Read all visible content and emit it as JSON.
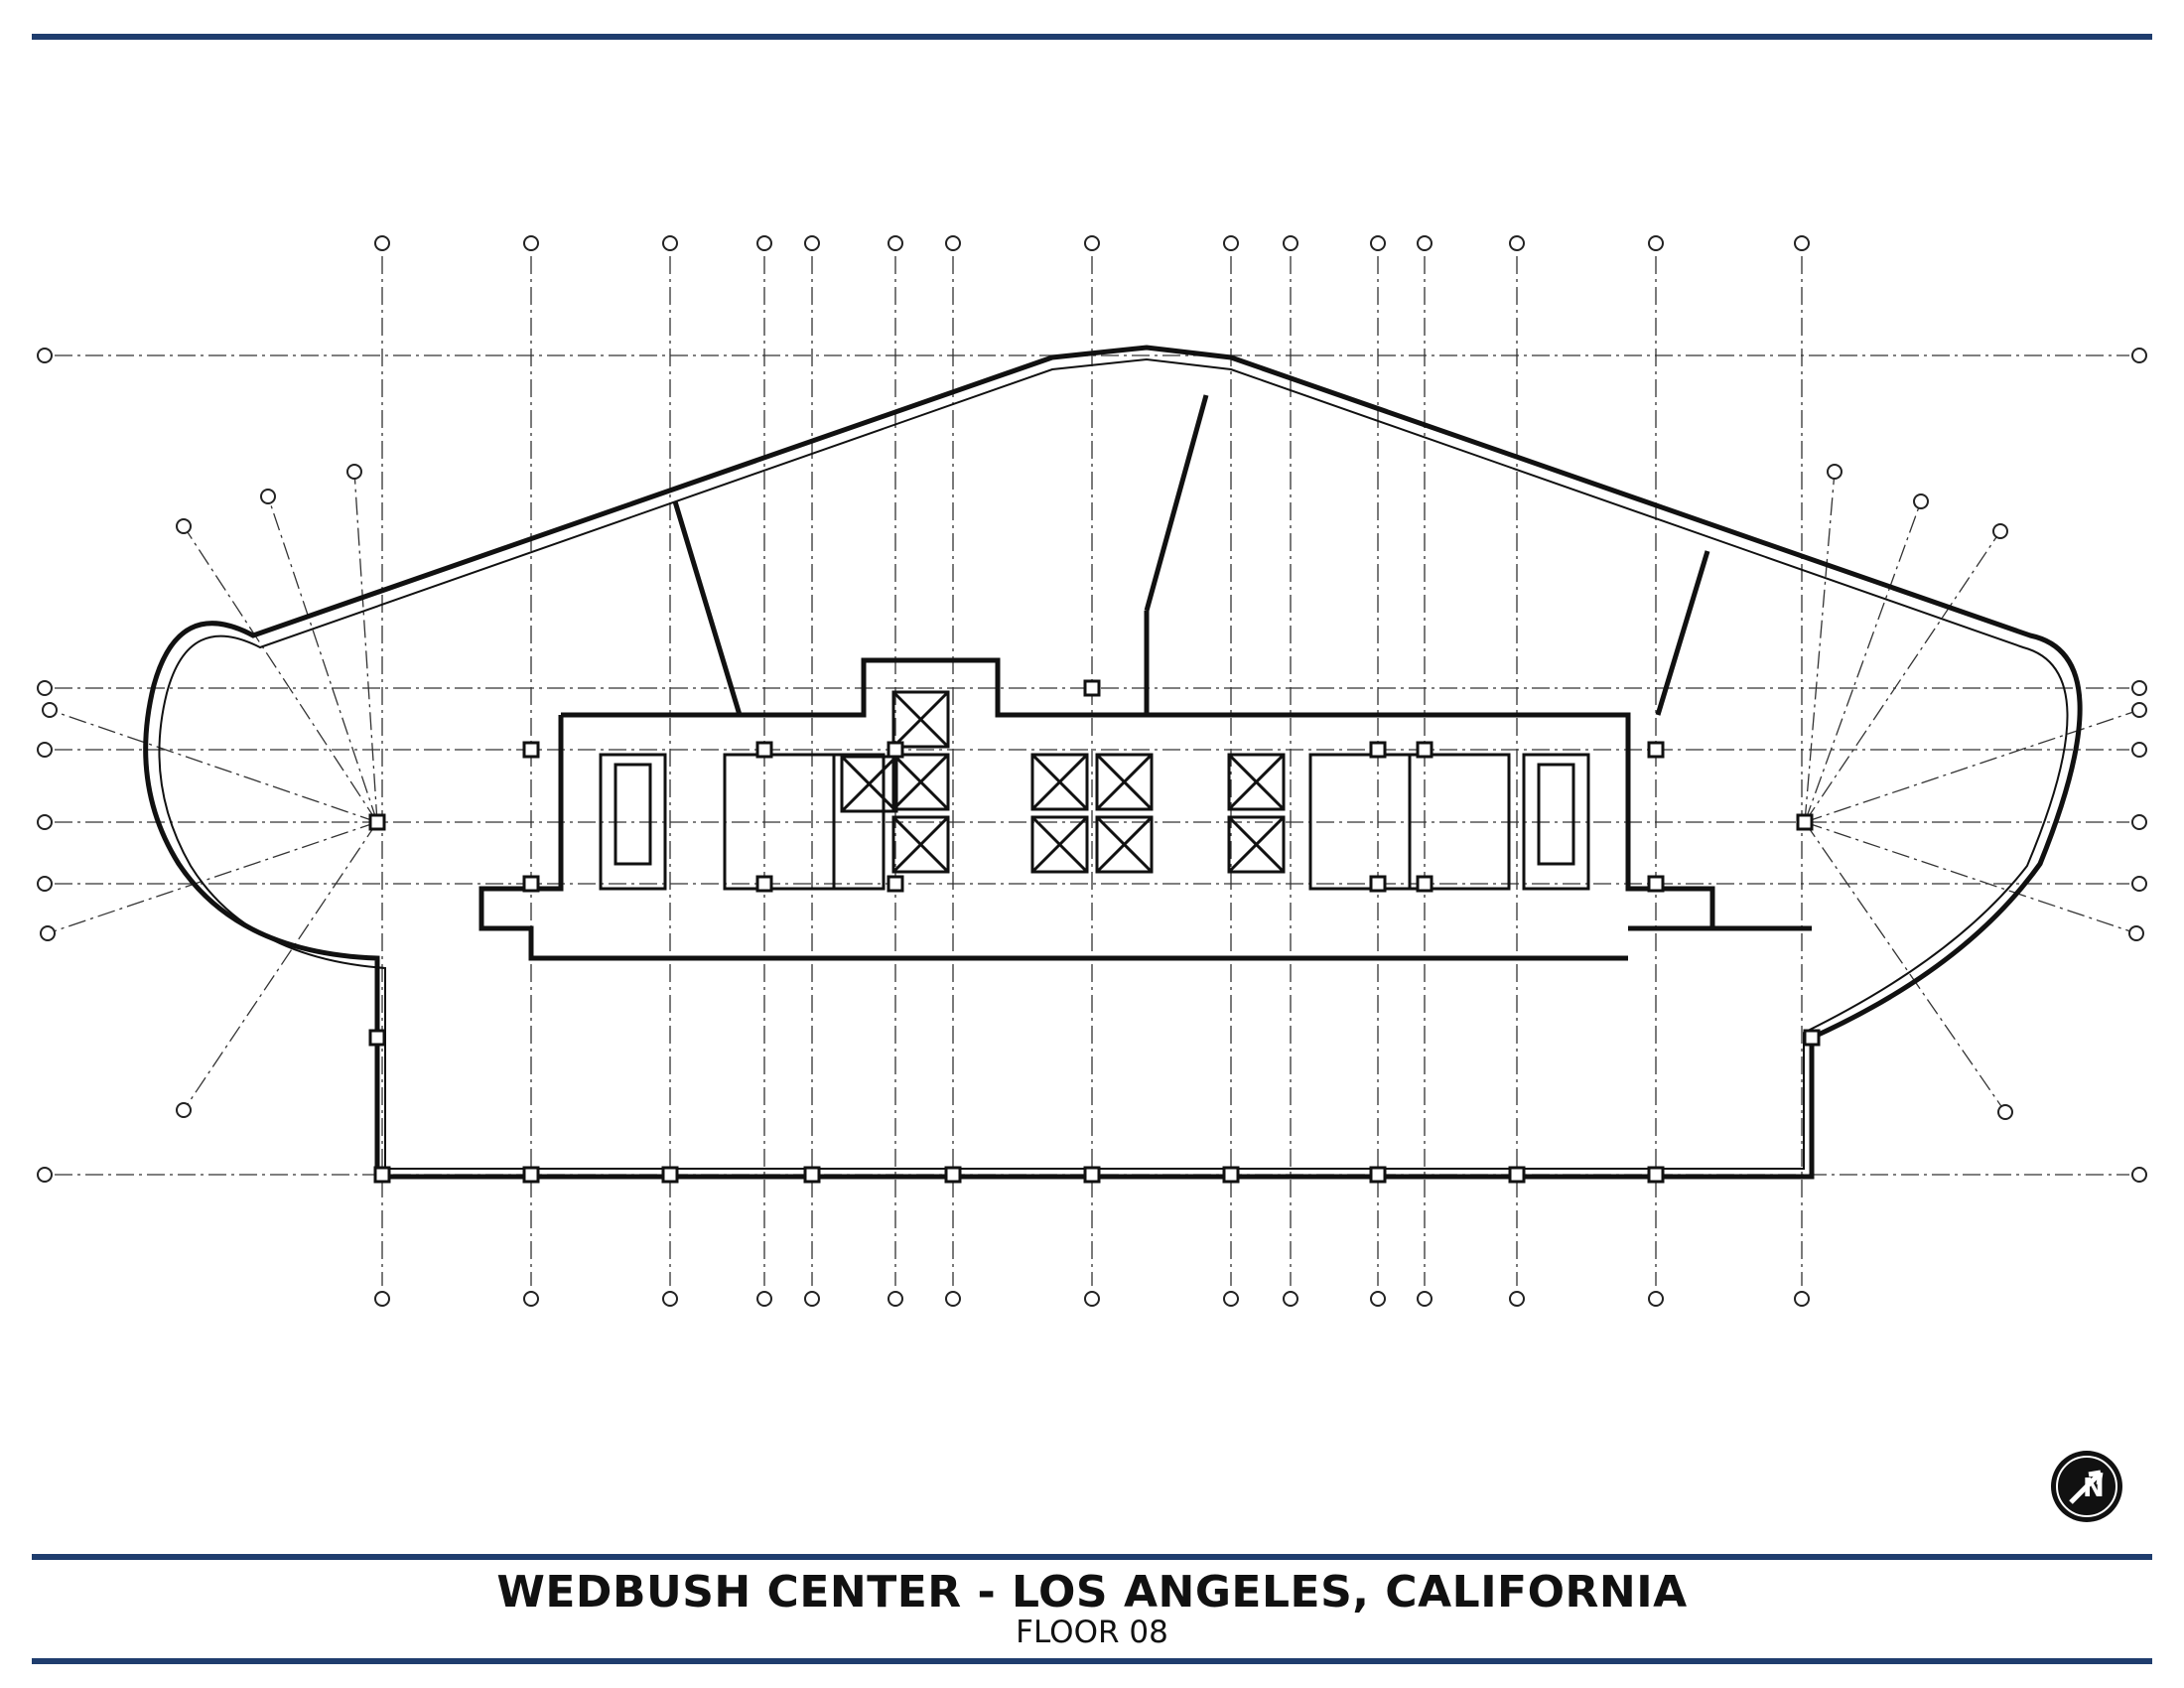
{
  "title": {
    "building": "WEDBUSH CENTER - LOS ANGELES, CALIFORNIA",
    "floor": "FLOOR 08"
  },
  "compass": {
    "icon": "north-arrow-icon",
    "letter": "N"
  },
  "colors": {
    "accent": "#1f3d6e",
    "line": "#111111"
  }
}
